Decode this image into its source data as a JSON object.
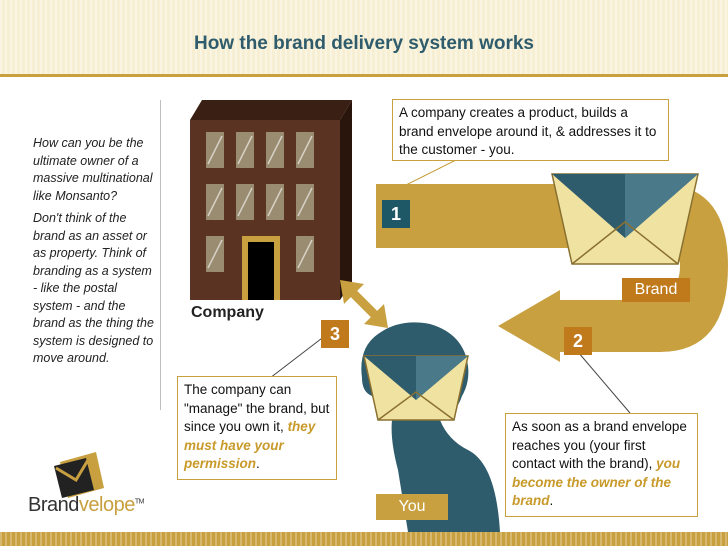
{
  "title": "How the brand delivery system works",
  "sidebar": {
    "question": "How can you be the ultimate owner of a massive multinational like Monsanto?",
    "answer": "Don't think of the brand as an asset or as property. Think of branding as a system - like the postal system - and the brand as the thing the system is designed to move around."
  },
  "steps": {
    "one": {
      "number": "1",
      "text": "A company creates a product, builds a brand envelope around it, & addresses it to the customer - you."
    },
    "two": {
      "number": "2",
      "text_before": "As soon as a brand envelope reaches you (your first contact with the brand), ",
      "emphasis": "you become the owner of the brand",
      "text_after": "."
    },
    "three": {
      "number": "3",
      "text_before": "The company can \"manage\" the brand, but since you own it, ",
      "emphasis": "they must have your permission",
      "text_after": "."
    }
  },
  "labels": {
    "company": "Company",
    "brand": "Brand",
    "you": "You"
  },
  "logo": {
    "part1": "Brand",
    "part2": "velope",
    "tm": "TM"
  },
  "colors": {
    "gold": "#c8a040",
    "teal": "#2f5c6c",
    "brown": "#5a3323",
    "orange": "#c07a1c"
  }
}
